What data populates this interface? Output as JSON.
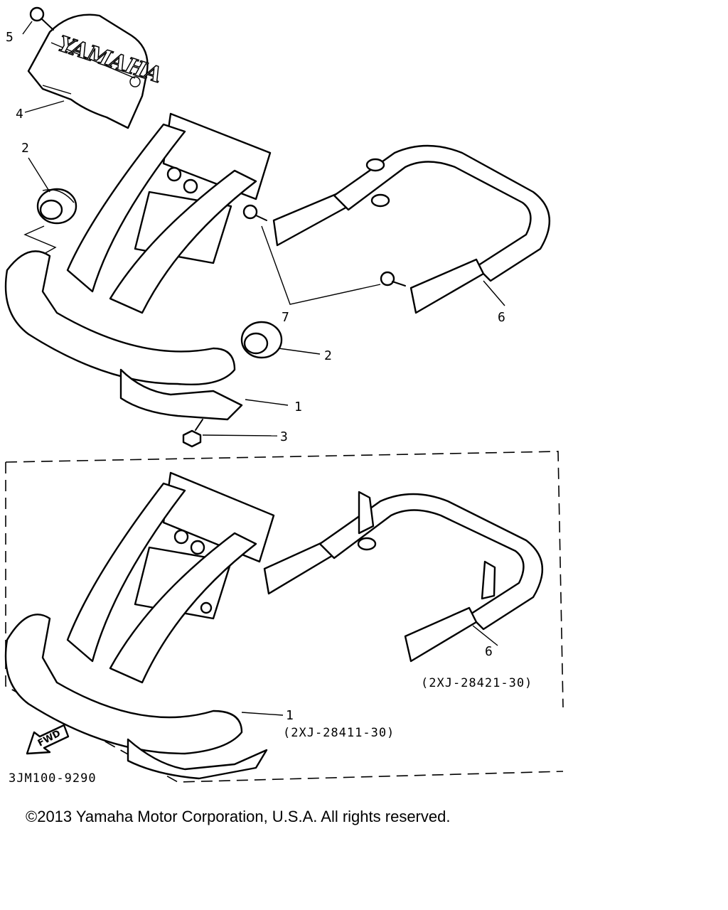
{
  "callouts": {
    "c1_top": "1",
    "c2_left": "2",
    "c2_right": "2",
    "c3": "3",
    "c4": "4",
    "c5": "5",
    "c6_top": "6",
    "c7": "7",
    "c6_bottom": "6",
    "c1_bottom": "1"
  },
  "part_numbers": {
    "rear_guard": "(2XJ-28421-30)",
    "front_guard": "(2XJ-28411-30)"
  },
  "cover_logo": "YAMAHA",
  "fwd_label": "FWD",
  "diagram_code": "3JM100-9290",
  "copyright": "©2013 Yamaha Motor Corporation, U.S.A. All rights reserved."
}
